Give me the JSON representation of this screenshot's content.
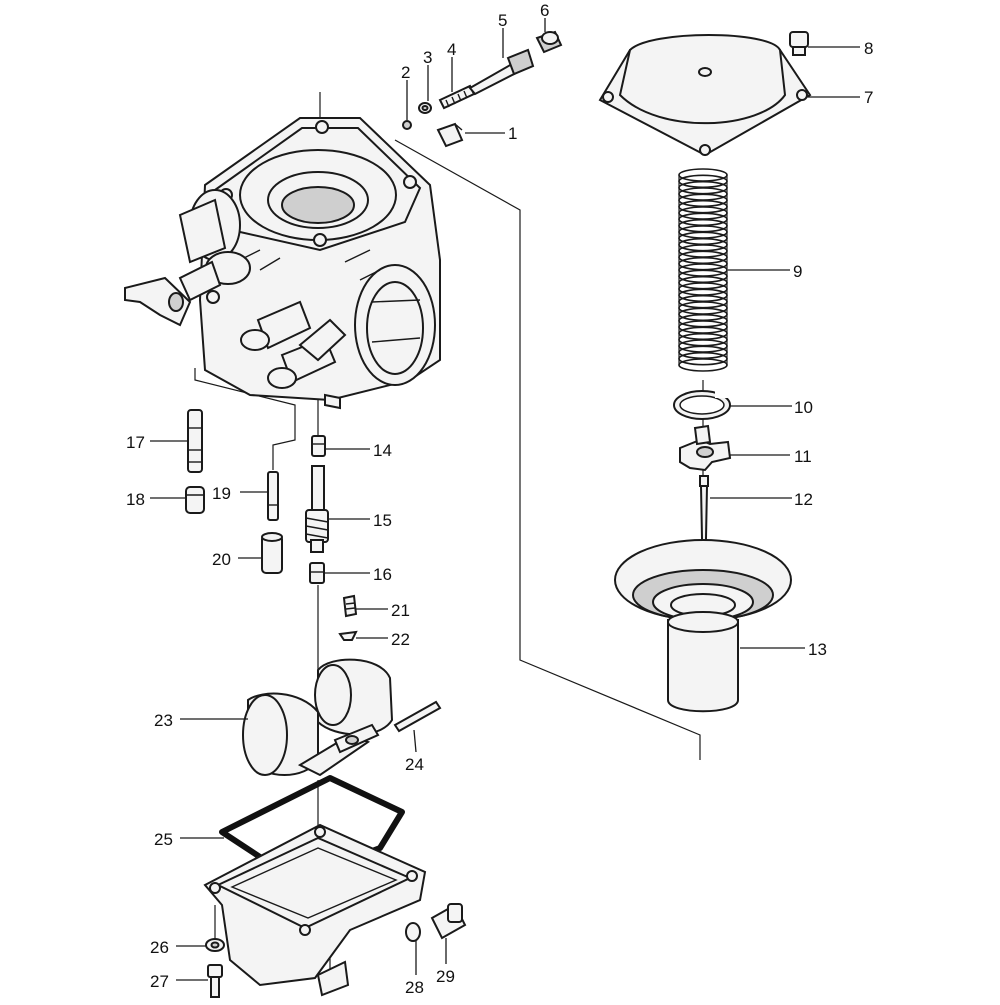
{
  "labels": {
    "c1": "1",
    "c2": "2",
    "c3": "3",
    "c4": "4",
    "c5": "5",
    "c6": "6",
    "c7": "7",
    "c8": "8",
    "c9": "9",
    "c10": "10",
    "c11": "11",
    "c12": "12",
    "c13": "13",
    "c14": "14",
    "c15": "15",
    "c16": "16",
    "c17": "17",
    "c18": "18",
    "c19": "19",
    "c20": "20",
    "c21": "21",
    "c22": "22",
    "c23": "23",
    "c24": "24",
    "c25": "25",
    "c26": "26",
    "c27": "27",
    "c28": "28",
    "c29": "29"
  }
}
